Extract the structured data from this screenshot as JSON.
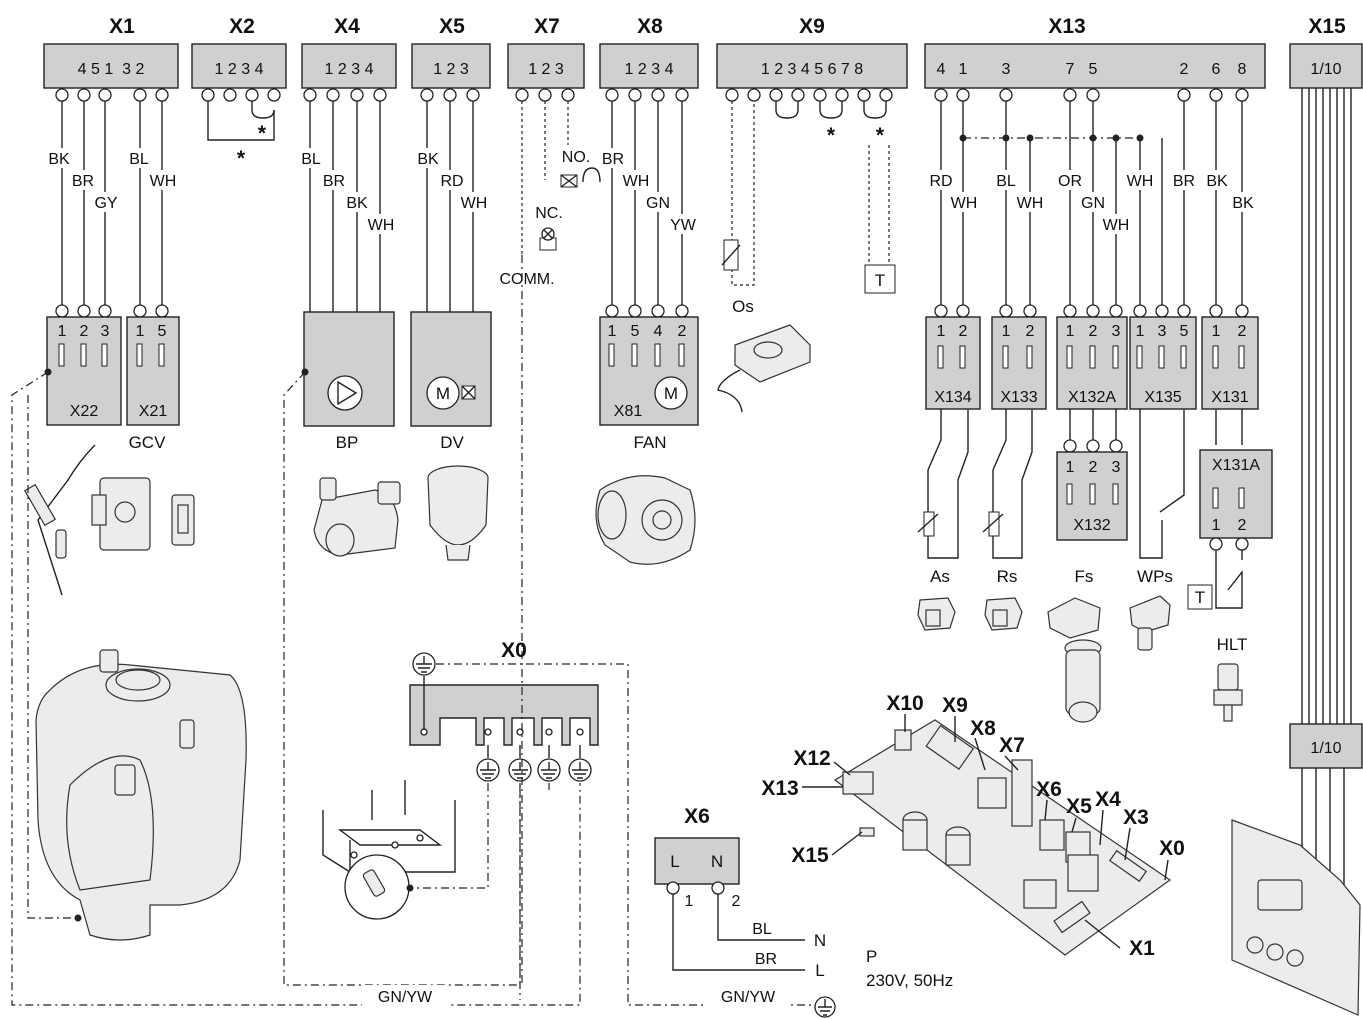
{
  "headers": {
    "x1": "X1",
    "x2": "X2",
    "x4": "X4",
    "x5": "X5",
    "x7": "X7",
    "x8": "X8",
    "x9": "X9",
    "x13": "X13",
    "x15": "X15",
    "x0": "X0",
    "x6": "X6"
  },
  "pins": {
    "x1": "4 5 1  3 2",
    "x2": "1 2 3 4",
    "x4": "1 2 3 4",
    "x5": "1 2 3",
    "x7": "1 2 3",
    "x8": "1 2 3 4",
    "x9": "1 2 3 4 5 6 7 8",
    "x13": [
      "4",
      "1",
      "3",
      "7",
      "5",
      "2",
      "6",
      "8"
    ],
    "x15": "1/10",
    "x15b": "1/10"
  },
  "wires": {
    "x1": [
      "BK",
      "BR",
      "GY",
      "BL",
      "WH"
    ],
    "x4": [
      "BL",
      "BR",
      "BK",
      "WH"
    ],
    "x5": [
      "BK",
      "RD",
      "WH"
    ],
    "x7": [
      "NO.",
      "NC.",
      "COMM."
    ],
    "x8": [
      "BR",
      "WH",
      "GN",
      "YW"
    ],
    "x13": [
      "RD",
      "WH",
      "BL",
      "WH",
      "OR",
      "GN",
      "WH",
      "WH",
      "BR",
      "BK",
      "BK"
    ],
    "x6": [
      "BL",
      "BR"
    ],
    "ground1": "GN/YW",
    "ground2": "GN/YW"
  },
  "asterisk": "*",
  "connectors": {
    "x22": {
      "name": "X22",
      "pins": [
        "1",
        "2",
        "3"
      ]
    },
    "x21": {
      "name": "X21",
      "pins": [
        "1",
        "5"
      ]
    },
    "x81": {
      "name": "X81",
      "pins": [
        "1",
        "5",
        "4",
        "2"
      ]
    },
    "x134": {
      "name": "X134",
      "pins": [
        "1",
        "2"
      ]
    },
    "x133": {
      "name": "X133",
      "pins": [
        "1",
        "2"
      ]
    },
    "x132a": {
      "name": "X132A",
      "pins": [
        "1",
        "2",
        "3"
      ]
    },
    "x135": {
      "name": "X135",
      "pins": [
        "1",
        "3",
        "5"
      ]
    },
    "x131": {
      "name": "X131",
      "pins": [
        "1",
        "2"
      ]
    },
    "x132": {
      "name": "X132",
      "pins": [
        "1",
        "2",
        "3"
      ]
    },
    "x131a": {
      "name": "X131A",
      "pins": [
        "1",
        "2"
      ]
    }
  },
  "components": {
    "gcv": "GCV",
    "bp": "BP",
    "dv": "DV",
    "fan": "FAN",
    "os": "Os",
    "as": "As",
    "rs": "Rs",
    "fs": "Fs",
    "wps": "WPs",
    "hlt": "HLT",
    "t": "T",
    "m": "M"
  },
  "x6": {
    "pins": [
      "L",
      "N"
    ],
    "nums": [
      "1",
      "2"
    ],
    "out_n": "N",
    "out_l": "L"
  },
  "power": {
    "label": "P",
    "spec": "230V, 50Hz"
  },
  "board_labels": [
    "X10",
    "X9",
    "X8",
    "X7",
    "X12",
    "X13",
    "X6",
    "X5",
    "X4",
    "X3",
    "X0",
    "X15",
    "X1"
  ]
}
